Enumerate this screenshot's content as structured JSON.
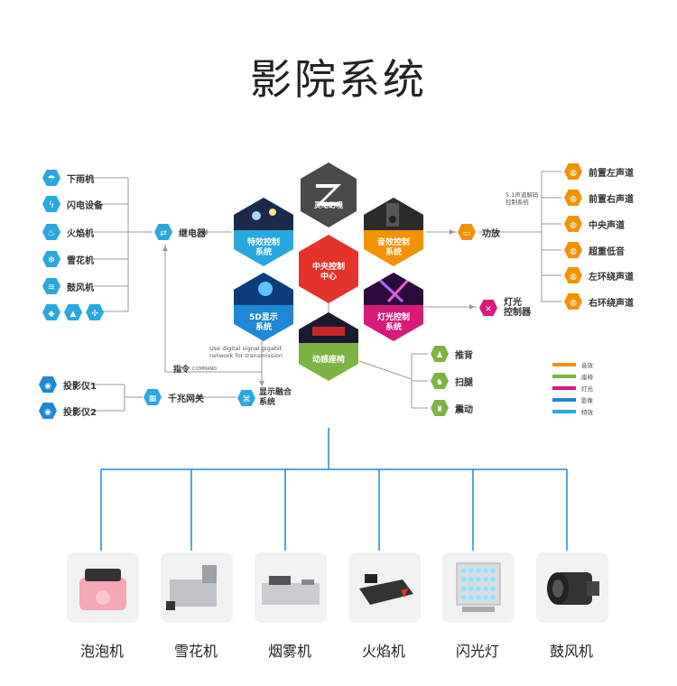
{
  "title": "影院系统",
  "center": {
    "label_line1": "中央控制",
    "label_line2": "中心",
    "logo_text": "灵动幻境"
  },
  "hexes": {
    "effects": "特效控制\n系统",
    "audio": "音效控制\n系统",
    "display5d": "5D显示\n系统",
    "lighting": "灯光控制\n系统",
    "seat": "动感座椅"
  },
  "left_items": [
    "下雨机",
    "闪电设备",
    "火焰机",
    "雪花机",
    "鼓风机"
  ],
  "relay": "继电器",
  "projectors": [
    "投影仪1",
    "投影仪2"
  ],
  "gigabit_switch": "千兆网关",
  "display_fusion_line1": "显示融合",
  "display_fusion_line2": "系统",
  "command_label": "指令",
  "command_en": "COMMAND",
  "transmission_text_line1": "Use digital signal gigabit",
  "transmission_text_line2": "network for transmission",
  "amplifier": "功放",
  "channel_note_line1": "5.1声道解码",
  "channel_note_line2": "控制系统",
  "channels": [
    "前置左声道",
    "前置右声道",
    "中央声道",
    "超重低音",
    "左环绕声道",
    "右环绕声道"
  ],
  "light_controller_line1": "灯光",
  "light_controller_line2": "控制器",
  "seat_actions": [
    "推背",
    "扫腿",
    "震动"
  ],
  "legend": [
    {
      "label": "音效",
      "color": "#f39200"
    },
    {
      "label": "座椅",
      "color": "#7cb342"
    },
    {
      "label": "灯光",
      "color": "#d81b78"
    },
    {
      "label": "影像",
      "color": "#1e88d6"
    },
    {
      "label": "特效",
      "color": "#29a8e0"
    }
  ],
  "equipment": [
    "泡泡机",
    "雪花机",
    "烟雾机",
    "火焰机",
    "闪光灯",
    "鼓风机"
  ],
  "colors": {
    "blue": "#29a8e0",
    "orange": "#f39200",
    "magenta": "#d81b78",
    "green": "#7cb342",
    "red": "#e5332a",
    "dark": "#4a4a4a",
    "line": "#1e88d6"
  }
}
